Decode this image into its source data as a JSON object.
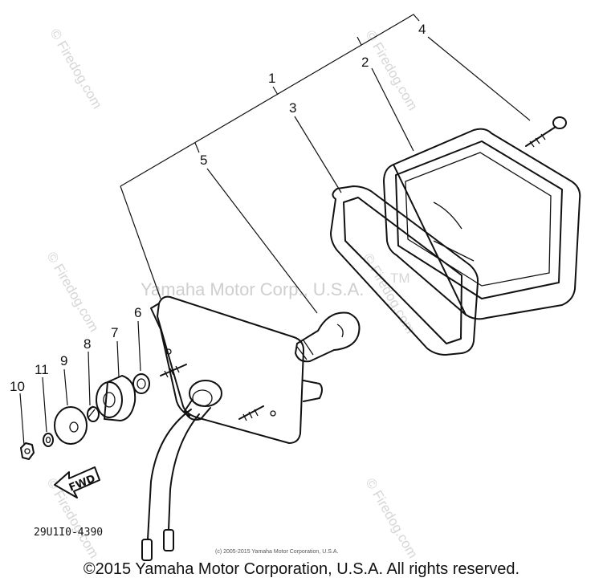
{
  "callouts": {
    "c1": "1",
    "c2": "2",
    "c3": "3",
    "c4": "4",
    "c5": "5",
    "c6": "6",
    "c7": "7",
    "c8": "8",
    "c9": "9",
    "c10": "10",
    "c11": "11"
  },
  "watermark_center": "Yamaha Motor Corp., U.S.A.",
  "watermark_tm": "TM",
  "watermark_side": "© Firedog.com",
  "direction_label": "FWD",
  "drawing_number": "29U1I0-4390",
  "small_copyright": "(c) 2005-2015 Yamaha Motor Corporation, U.S.A.",
  "footer_copyright": "©2015 Yamaha Motor Corporation, U.S.A. All rights reserved."
}
